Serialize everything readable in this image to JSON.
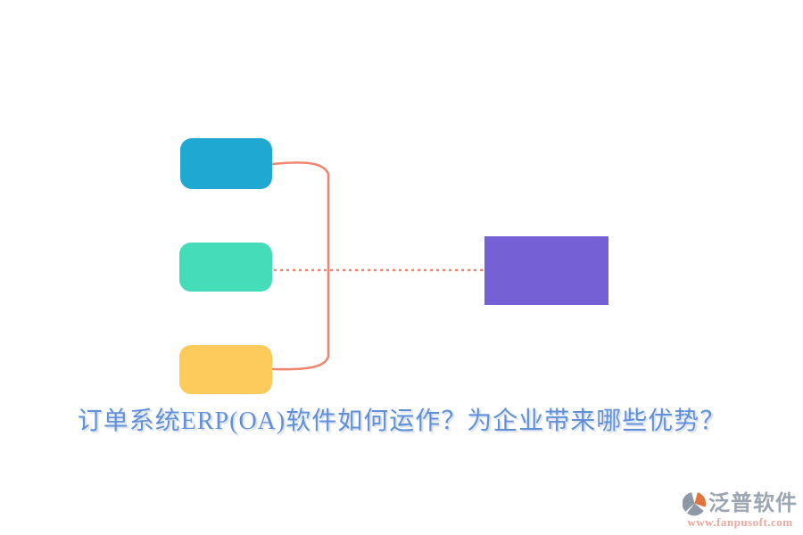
{
  "heading": {
    "text": "订单系统ERP(OA)软件如何运作？为企业带来哪些优势？",
    "color": "#6090D8"
  },
  "diagram": {
    "nodes": [
      {
        "id": "top-item",
        "color": "#1FA9D2"
      },
      {
        "id": "middle-item",
        "color": "#45DCBA"
      },
      {
        "id": "bottom-item",
        "color": "#FDCA5C"
      },
      {
        "id": "result",
        "color": "#7560D6"
      }
    ],
    "connector_color": "#F0846E"
  },
  "watermark": {
    "brand": "泛普软件",
    "url": "www.fanpusoft.com",
    "brand_color": "#9CA6B2",
    "url_color": "#E9A8A0",
    "icon_gray": "#8E99A8",
    "icon_orange": "#E0743C"
  }
}
